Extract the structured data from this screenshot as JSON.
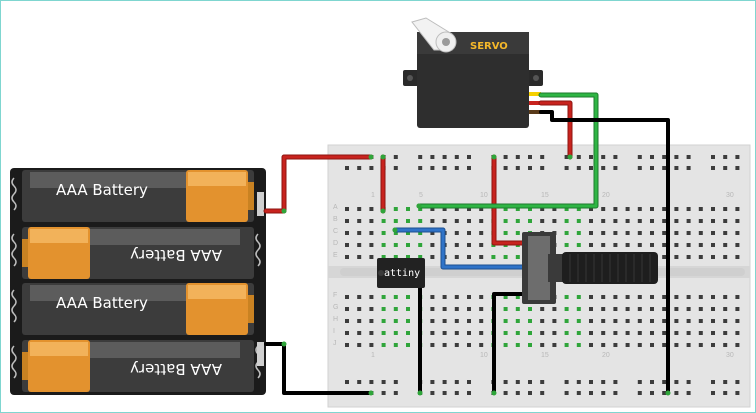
{
  "batteries": [
    {
      "label": "AAA Battery",
      "flipped": false
    },
    {
      "label": "AAA Battery",
      "flipped": true
    },
    {
      "label": "AAA Battery",
      "flipped": false
    },
    {
      "label": "AAA Battery",
      "flipped": true
    }
  ],
  "servo": {
    "label": "SERVO"
  },
  "ic": {
    "label": "attiny"
  },
  "breadboard": {
    "column_numbers": [
      "1",
      "5",
      "10",
      "15",
      "20",
      "30"
    ],
    "row_letters_top": [
      "A",
      "B",
      "C",
      "D",
      "E"
    ],
    "row_letters_bottom": [
      "F",
      "G",
      "H",
      "I",
      "J"
    ]
  },
  "colors": {
    "wire_red": "#c8231e",
    "wire_green": "#2fb544",
    "wire_blue": "#2f73c8",
    "wire_black": "#1f1f1f",
    "battery_orange": "#e8962f",
    "breadboard": "#e3e3e3",
    "hole_green": "#2fa53a"
  }
}
